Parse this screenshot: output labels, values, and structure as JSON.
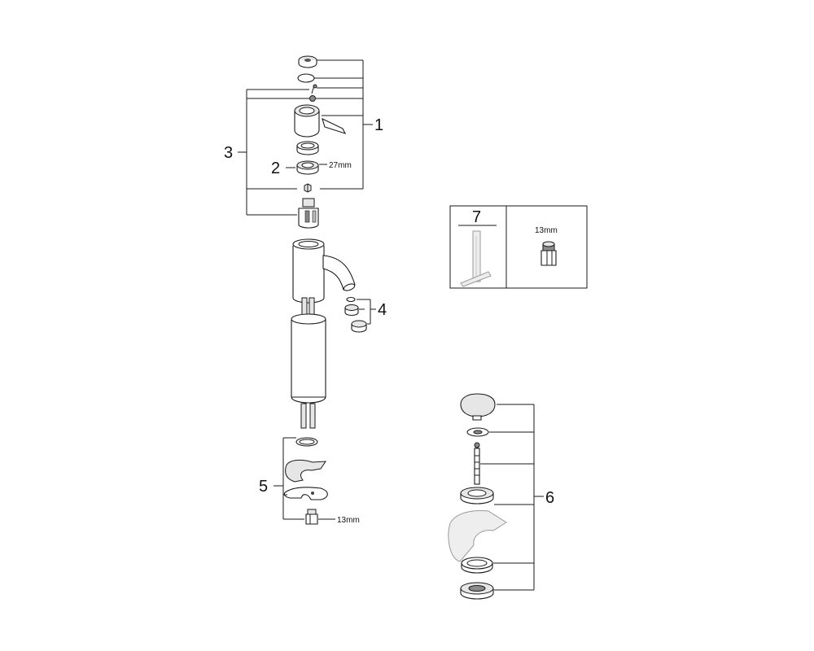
{
  "callouts": {
    "c1": "1",
    "c2": "2",
    "c3": "3",
    "c4": "4",
    "c5": "5",
    "c6": "6",
    "c7": "7"
  },
  "dimensions": {
    "nut": "27mm",
    "wrench": "13mm",
    "mount_nut": "13mm"
  }
}
